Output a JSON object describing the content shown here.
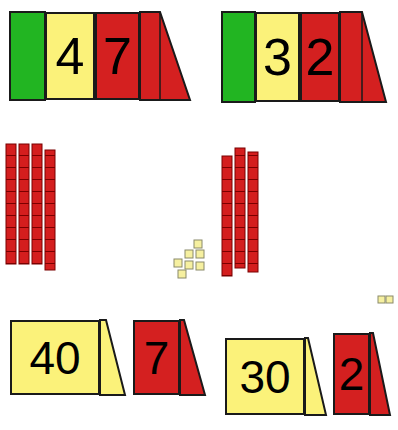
{
  "diagram": {
    "nodes": [
      {
        "text": [
          "4"
        ]
      },
      {
        "text": [
          "7"
        ]
      },
      {
        "text": [
          "3"
        ]
      },
      {
        "text": [
          "2"
        ]
      },
      {
        "text": [
          "40"
        ]
      },
      {
        "text": [
          "7"
        ]
      },
      {
        "text": [
          "30"
        ]
      },
      {
        "text": [
          "2"
        ]
      }
    ]
  }
}
